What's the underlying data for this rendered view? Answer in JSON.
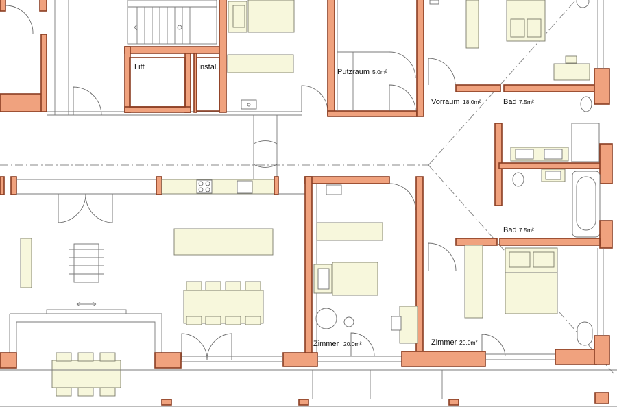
{
  "rooms": {
    "lift": {
      "name": "Lift"
    },
    "instal": {
      "name": "Instal."
    },
    "putzraum": {
      "name": "Putzraum",
      "area": "5.0m²"
    },
    "vorraum": {
      "name": "Vorraum",
      "area": "18.0m²"
    },
    "bad_upper": {
      "name": "Bad",
      "area": "7.5m²"
    },
    "bad_lower": {
      "name": "Bad",
      "area": "7.5m²"
    },
    "zimmer_left": {
      "name": "Zimmer",
      "area": "20.0m²"
    },
    "zimmer_right": {
      "name": "Zimmer",
      "area": "20.0m²"
    }
  },
  "colors": {
    "wall_fill": "#f0a27e",
    "wall_outline": "#8a3d22",
    "furniture_fill": "#f7f7dc",
    "background": "#ffffff"
  }
}
